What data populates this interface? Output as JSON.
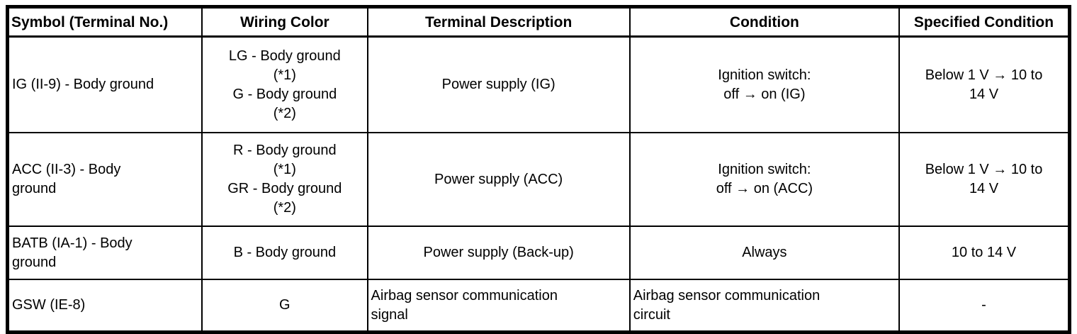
{
  "table": {
    "headers": [
      "Symbol (Terminal No.)",
      "Wiring Color",
      "Terminal Description",
      "Condition",
      "Specified Condition"
    ],
    "rows": [
      {
        "symbol": "IG (II-9) - Body ground",
        "wiring_color": [
          "LG - Body ground",
          "(*1)",
          "G - Body ground",
          "(*2)"
        ],
        "terminal_description": "Power supply (IG)",
        "condition": [
          "Ignition switch:",
          "off → on (IG)"
        ],
        "specified_condition": [
          "Below 1 V → 10 to",
          "14 V"
        ]
      },
      {
        "symbol": [
          "ACC (II-3) - Body",
          "ground"
        ],
        "wiring_color": [
          "R - Body ground",
          "(*1)",
          "GR - Body ground",
          "(*2)"
        ],
        "terminal_description": "Power supply (ACC)",
        "condition": [
          "Ignition switch:",
          "off → on (ACC)"
        ],
        "specified_condition": [
          "Below 1 V → 10 to",
          "14 V"
        ]
      },
      {
        "symbol": [
          "BATB (IA-1) - Body",
          "ground"
        ],
        "wiring_color": "B - Body ground",
        "terminal_description": "Power supply (Back-up)",
        "condition": "Always",
        "specified_condition": "10 to 14 V"
      },
      {
        "symbol": "GSW (IE-8)",
        "wiring_color": "G",
        "terminal_description": [
          "Airbag sensor communication",
          "signal"
        ],
        "condition": [
          "Airbag sensor communication",
          "circuit"
        ],
        "specified_condition": "-"
      }
    ]
  }
}
